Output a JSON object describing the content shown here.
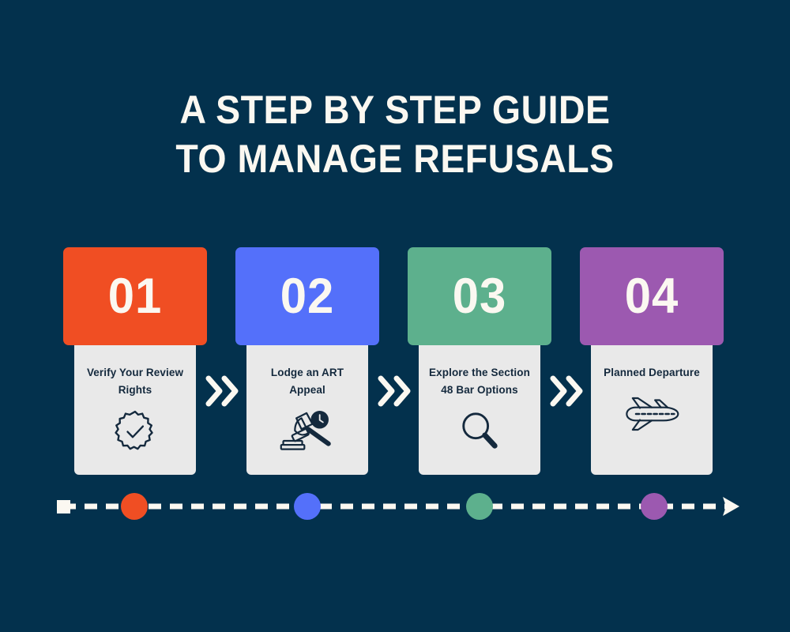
{
  "title": {
    "line1": "A STEP BY STEP GUIDE",
    "line2": "TO MANAGE REFUSALS"
  },
  "colors": {
    "background": "#03314d",
    "title_text": "#fbf8f1",
    "card_body": "#e9e9e9",
    "label_text": "#14293d",
    "arrow": "#fbf8f1",
    "step1": "#f04e23",
    "step2": "#5470fa",
    "step3": "#5db08d",
    "step4": "#9c59b0"
  },
  "steps": [
    {
      "number": "01",
      "label": "Verify Your Review Rights",
      "color": "#f04e23",
      "icon": "verified-badge-icon"
    },
    {
      "number": "02",
      "label": "Lodge an ART Appeal",
      "color": "#5470fa",
      "icon": "gavel-clock-icon"
    },
    {
      "number": "03",
      "label": "Explore the Section 48 Bar Options",
      "color": "#5db08d",
      "icon": "magnifying-glass-icon"
    },
    {
      "number": "04",
      "label": "Planned Departure",
      "color": "#9c59b0",
      "icon": "airplane-icon"
    }
  ],
  "separators": [
    {
      "icon": "double-chevron-right-icon"
    },
    {
      "icon": "double-chevron-right-icon"
    },
    {
      "icon": "double-chevron-right-icon"
    }
  ],
  "timeline": {
    "start_marker": "square-marker",
    "end_marker": "arrow-head-marker",
    "line_style": "dashed",
    "line_color": "#fbf8f1",
    "dots": [
      {
        "color": "#f04e23",
        "step": "01"
      },
      {
        "color": "#5470fa",
        "step": "02"
      },
      {
        "color": "#5db08d",
        "step": "03"
      },
      {
        "color": "#9c59b0",
        "step": "04"
      }
    ]
  }
}
